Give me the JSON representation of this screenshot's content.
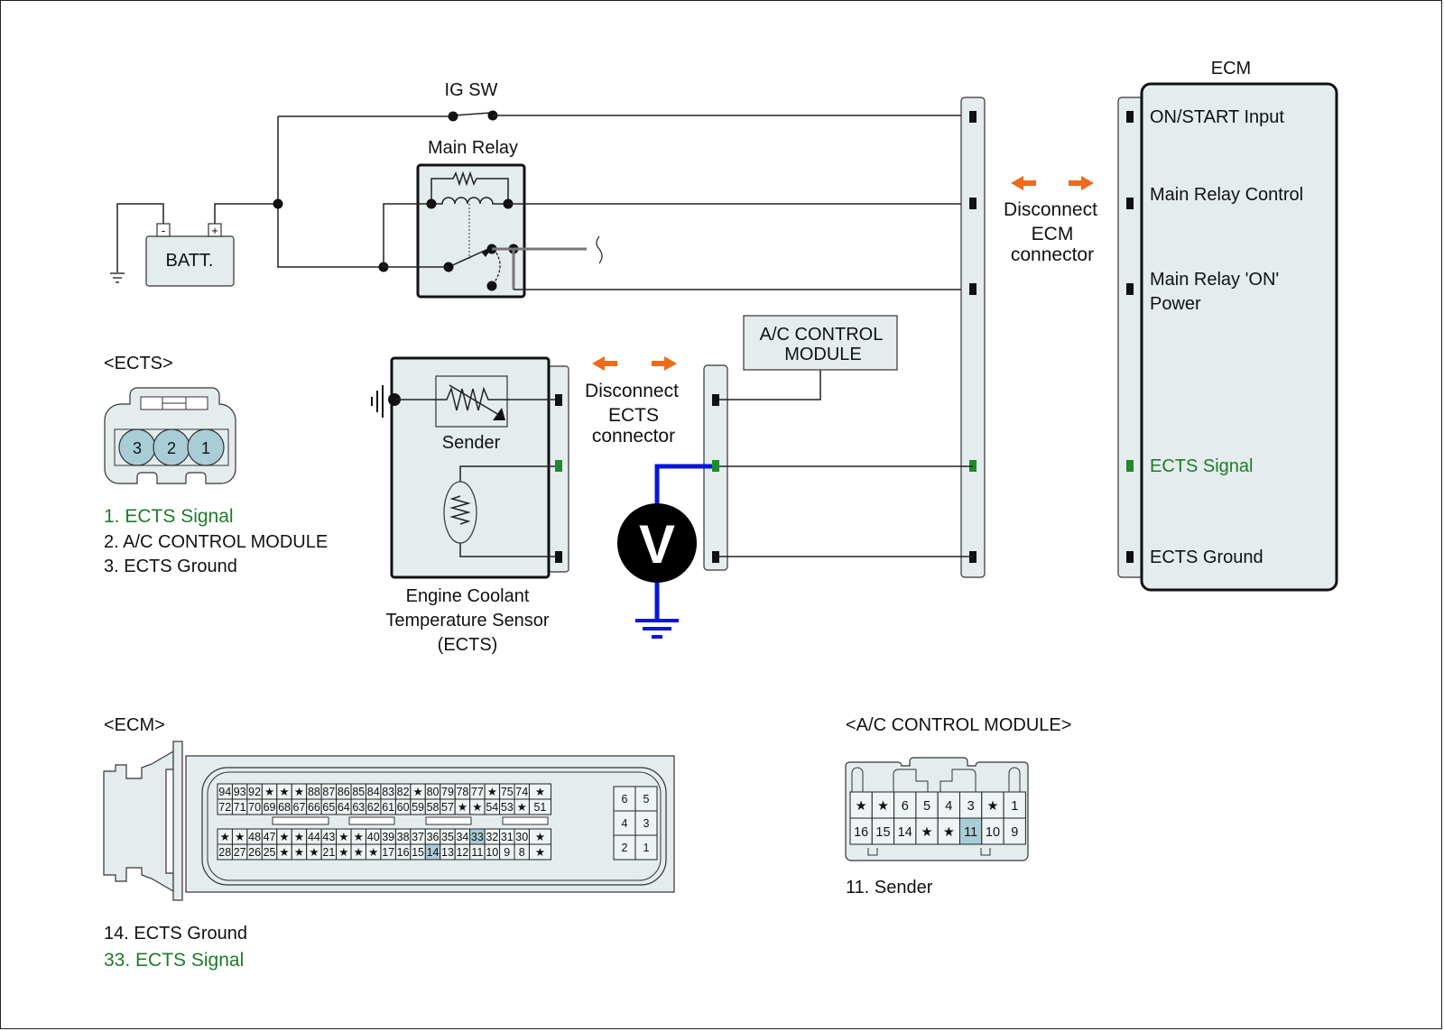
{
  "title": "ECTS circuit inspection diagram",
  "colors": {
    "signal_green": "#1f7a2a",
    "probe_blue": "#0a14e0",
    "disconnect_orange": "#ee6a1c",
    "highlight_pin": "#a9cdd6",
    "component_fill": "#e4ecee"
  },
  "top_circuit": {
    "ig_sw_label": "IG SW",
    "main_relay_label": "Main Relay",
    "battery_label": "BATT.",
    "battery_minus": "-",
    "battery_plus": "+"
  },
  "ecm_block": {
    "title": "ECM",
    "pins": [
      {
        "label": "ON/START Input",
        "highlight": false
      },
      {
        "label": "Main Relay Control",
        "highlight": false
      },
      {
        "label_line1": "Main Relay 'ON'",
        "label_line2": "Power",
        "highlight": false
      },
      {
        "label": "ECTS Signal",
        "highlight": true
      },
      {
        "label": "ECTS Ground",
        "highlight": false
      }
    ]
  },
  "disconnect_ecm": {
    "line1": "Disconnect",
    "line2": "ECM",
    "line3": "connector"
  },
  "disconnect_ects": {
    "line1": "Disconnect",
    "line2": "ECTS",
    "line3": "connector"
  },
  "ac_module_box": {
    "line1": "A/C CONTROL",
    "line2": "MODULE"
  },
  "sensor": {
    "sender_label": "Sender",
    "caption_line1": "Engine Coolant",
    "caption_line2": "Temperature Sensor",
    "caption_line3": "(ECTS)"
  },
  "voltmeter": {
    "symbol": "V"
  },
  "ects_connector": {
    "title": "<ECTS>",
    "pins": [
      "3",
      "2",
      "1"
    ],
    "legend": [
      {
        "text": "1. ECTS Signal",
        "highlight": true
      },
      {
        "text": "2. A/C CONTROL MODULE",
        "highlight": false
      },
      {
        "text": "3. ECTS Ground",
        "highlight": false
      }
    ]
  },
  "ecm_connector": {
    "title": "<ECM>",
    "rows": [
      [
        "94",
        "93",
        "92",
        "*",
        "*",
        "*",
        "88",
        "87",
        "86",
        "85",
        "84",
        "83",
        "82",
        "*",
        "80",
        "79",
        "78",
        "77",
        "*",
        "75",
        "74",
        "*"
      ],
      [
        "72",
        "71",
        "70",
        "69",
        "68",
        "67",
        "66",
        "65",
        "64",
        "63",
        "62",
        "61",
        "60",
        "59",
        "58",
        "57",
        "*",
        "*",
        "54",
        "53",
        "*",
        "51"
      ],
      [
        "*",
        "*",
        "48",
        "47",
        "*",
        "*",
        "44",
        "43",
        "*",
        "*",
        "40",
        "39",
        "38",
        "37",
        "36",
        "35",
        "34",
        "33",
        "32",
        "31",
        "30",
        "*"
      ],
      [
        "28",
        "27",
        "26",
        "25",
        "*",
        "*",
        "*",
        "21",
        "*",
        "*",
        "*",
        "17",
        "16",
        "15",
        "14",
        "13",
        "12",
        "11",
        "10",
        "9",
        "8",
        "*"
      ]
    ],
    "side_block": [
      [
        "6",
        "5"
      ],
      [
        "4",
        "3"
      ],
      [
        "2",
        "1"
      ]
    ],
    "highlighted_pins": [
      "33",
      "14"
    ],
    "legend": [
      {
        "text": "14. ECTS Ground",
        "highlight": false
      },
      {
        "text": "33. ECTS Signal",
        "highlight": true
      }
    ]
  },
  "ac_connector": {
    "title": "<A/C CONTROL MODULE>",
    "rows": [
      [
        "*",
        "*",
        "6",
        "5",
        "4",
        "3",
        "*",
        "1"
      ],
      [
        "16",
        "15",
        "14",
        "*",
        "*",
        "11",
        "10",
        "9"
      ]
    ],
    "highlighted_pins": [
      "11"
    ],
    "legend": [
      {
        "text": "11. Sender",
        "highlight": false
      }
    ]
  }
}
